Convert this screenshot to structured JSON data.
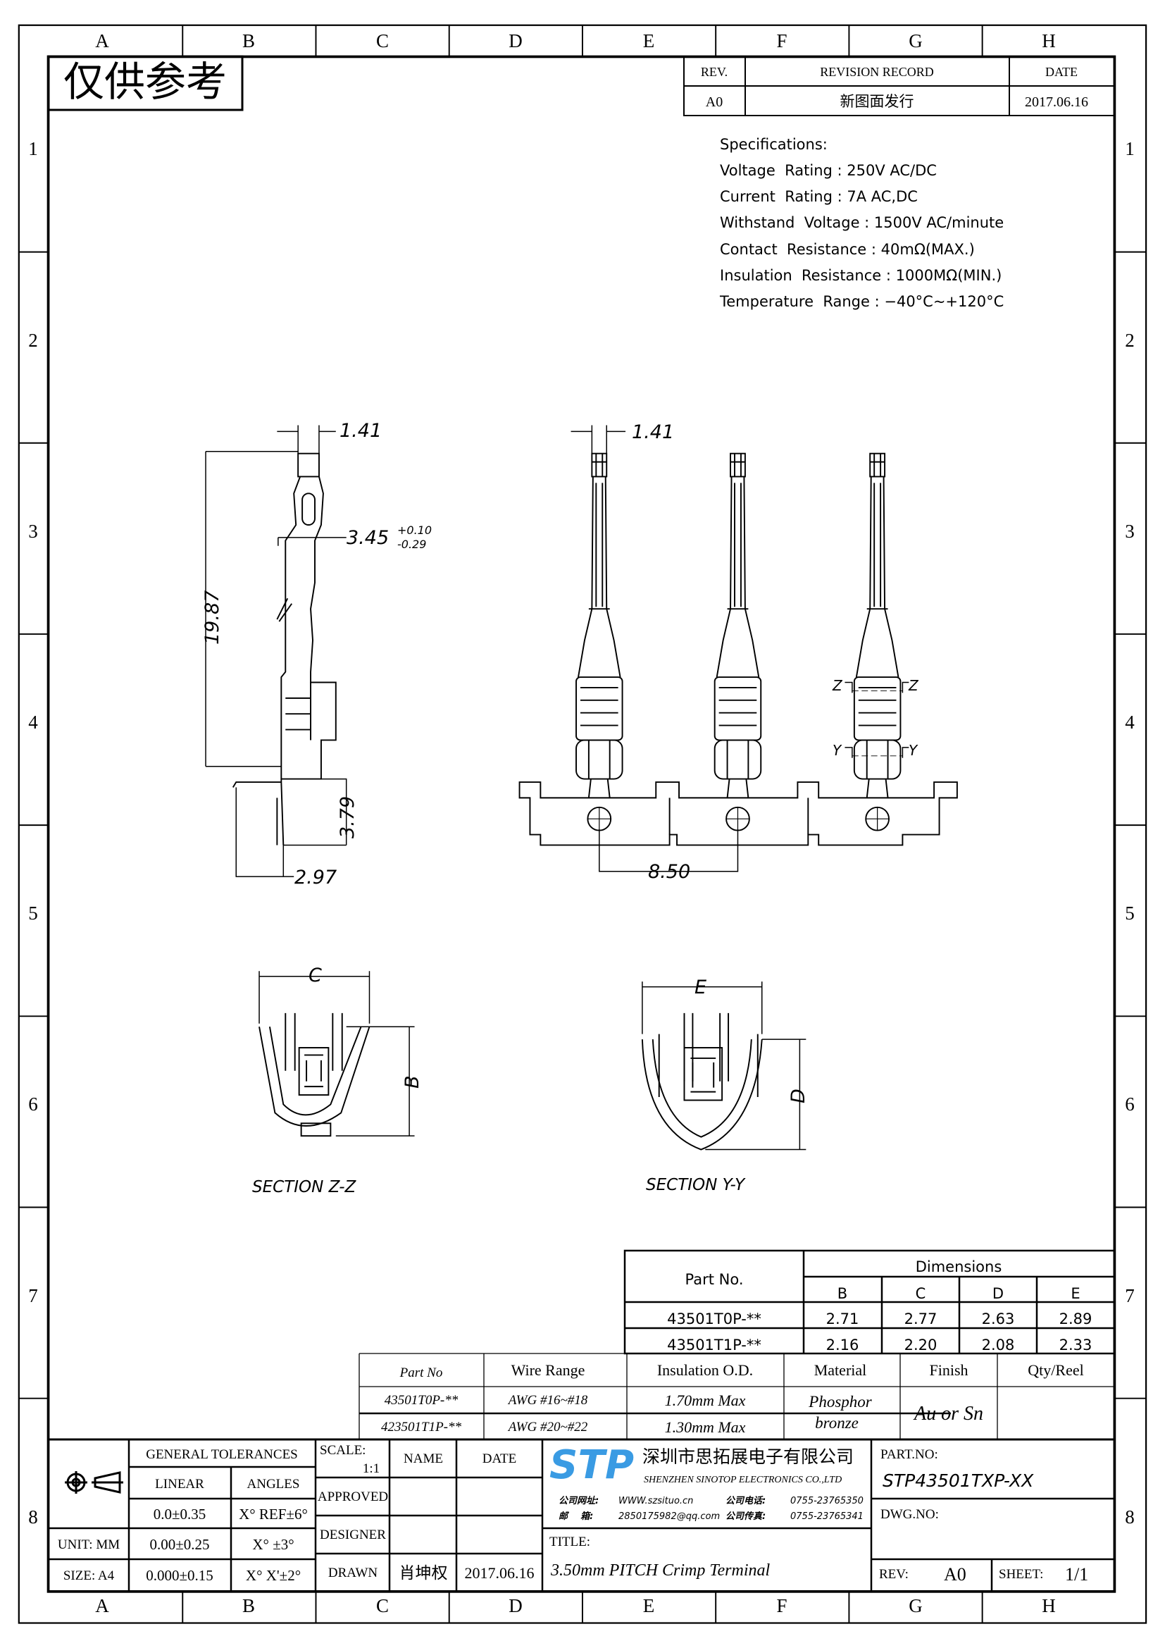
{
  "grid": {
    "columns": [
      "A",
      "B",
      "C",
      "D",
      "E",
      "F",
      "G",
      "H"
    ],
    "rows": [
      "1",
      "2",
      "3",
      "4",
      "5",
      "6",
      "7",
      "8"
    ]
  },
  "stamp": "仅供参考",
  "revision_table": {
    "headers": [
      "REV.",
      "REVISION RECORD",
      "DATE"
    ],
    "rows": [
      [
        "A0",
        "新图面发行",
        "2017.06.16"
      ]
    ]
  },
  "specifications": {
    "title": "Specifications:",
    "lines": [
      "Voltage  Rating : 250V AC/DC",
      "Current  Rating : 7A AC,DC",
      "Withstand  Voltage : 1500V AC/minute",
      "Contact  Resistance : 40mΩ(MAX.)",
      "Insulation  Resistance : 1000MΩ(MIN.)",
      "Temperature  Range : −40°C~+120°C"
    ]
  },
  "dimensions_labels": {
    "side_pin_width": "1.41",
    "front_pin_width": "1.41",
    "body_width": "3.45",
    "body_tol_plus": "+0.10",
    "body_tol_minus": "-0.29",
    "length": "19.87",
    "carrier_height": "3.79",
    "carrier_offset": "2.97",
    "pitch": "8.50",
    "z": "Z",
    "y": "Y",
    "c": "C",
    "b": "B",
    "e": "E",
    "d": "D"
  },
  "sections": {
    "zz": "SECTION Z-Z",
    "yy": "SECTION Y-Y"
  },
  "dimension_table": {
    "part_header": "Part No.",
    "dim_header": "Dimensions",
    "columns": [
      "B",
      "C",
      "D",
      "E"
    ],
    "rows": [
      {
        "part": "43501T0P-**",
        "values": [
          "2.71",
          "2.77",
          "2.63",
          "2.89"
        ]
      },
      {
        "part": "43501T1P-**",
        "values": [
          "2.16",
          "2.20",
          "2.08",
          "2.33"
        ]
      }
    ]
  },
  "material_table": {
    "headers": [
      "Part No",
      "Wire Range",
      "Insulation O.D.",
      "Material",
      "Finish",
      "Qty/Reel"
    ],
    "rows": [
      {
        "part": "43501T0P-**",
        "wire": "AWG #16~#18",
        "od": "1.70mm Max"
      },
      {
        "part": "423501T1P-**",
        "wire": "AWG #20~#22",
        "od": "1.30mm Max"
      }
    ],
    "material_line1": "Phosphor",
    "material_line2": "bronze",
    "finish": "Au or Sn",
    "qty": ""
  },
  "title_block": {
    "general_tolerances": "GENERAL TOLERANCES",
    "linear": "LINEAR",
    "angles": "ANGLES",
    "unit": "UNIT: MM",
    "size": "SIZE: A4",
    "tol_rows": [
      [
        "0.0±0.35",
        "X° REF±6°"
      ],
      [
        "0.00±0.25",
        "X° ±3°"
      ],
      [
        "0.000±0.15",
        "X° X'±2°"
      ]
    ],
    "scale_label": "SCALE:",
    "scale_value": "1:1",
    "name": "NAME",
    "date": "DATE",
    "approved": "APPROVED",
    "designer": "DESIGNER",
    "drawn": "DRAWN",
    "drawn_name": "肖坤权",
    "drawn_date": "2017.06.16",
    "company_logo": "STP",
    "company_cn": "深圳市思拓展电子有限公司",
    "company_en": "SHENZHEN SINOTOP ELECTRONICS CO.,LTD",
    "website_label": "公司网址:",
    "website": "WWW.szsituo.cn",
    "phone_label": "公司电话:",
    "phone": "0755-23765350",
    "email_label": "邮    箱:",
    "email": "2850175982@qq.com",
    "fax_label": "公司传真:",
    "fax": "0755-23765341",
    "title_label": "TITLE:",
    "title": "3.50mm PITCH Crimp Terminal",
    "part_no_label": "PART.NO:",
    "part_no": "STP43501TXP-XX",
    "dwg_no_label": "DWG.NO:",
    "rev_label": "REV:",
    "rev": "A0",
    "sheet_label": "SHEET:",
    "sheet": "1/1"
  },
  "colors": {
    "logo_blue": "#3a9be3",
    "line": "#000000"
  }
}
